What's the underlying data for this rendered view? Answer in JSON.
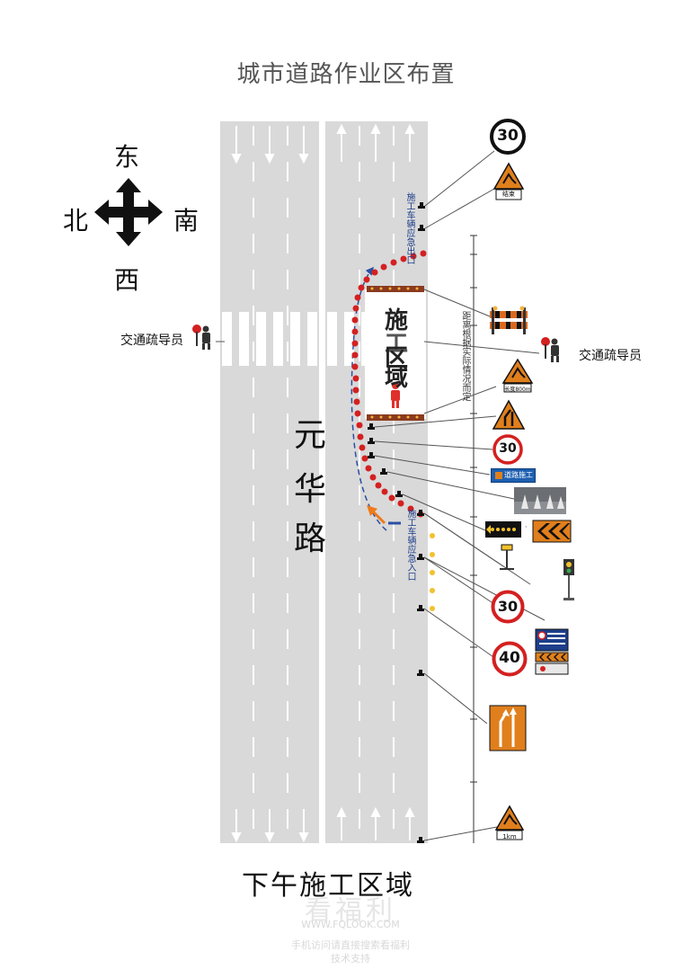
{
  "title": "城市道路作业区布置",
  "footer_title": "下午施工区域",
  "compass": {
    "north": "北",
    "south": "南",
    "east": "东",
    "west": "西"
  },
  "road_name_chars": [
    "元",
    "华",
    "路"
  ],
  "guard_labels": {
    "left": "交通疏导员",
    "right": "交通疏导员"
  },
  "work_zone": {
    "chars": [
      "施",
      "工",
      "区",
      "域"
    ]
  },
  "vertical_texts": {
    "exit": "施工车辆应急出口",
    "entrance": "施工车辆应急入口",
    "distance_note": "距离根据实际情况而定"
  },
  "signs": {
    "speed_top": "30",
    "work_end_label": "结束",
    "work_dist_label": "长度800m",
    "speed_mid": "30",
    "road_work_label": "道路施工",
    "speed_low": "30",
    "speed_40": "40",
    "work_1km_label": "1km"
  },
  "watermark": {
    "main": "看福利",
    "url": "WWW.FQLOOK.COM",
    "line1": "手机访问请直接搜索看福利",
    "line2": "技术支持"
  },
  "colors": {
    "road": "#d9d9d9",
    "cone": "#d42020",
    "arrow": "#f07a1a",
    "sign_orange": "#e07f1c",
    "vehicle_path": "#2a4fa3"
  }
}
